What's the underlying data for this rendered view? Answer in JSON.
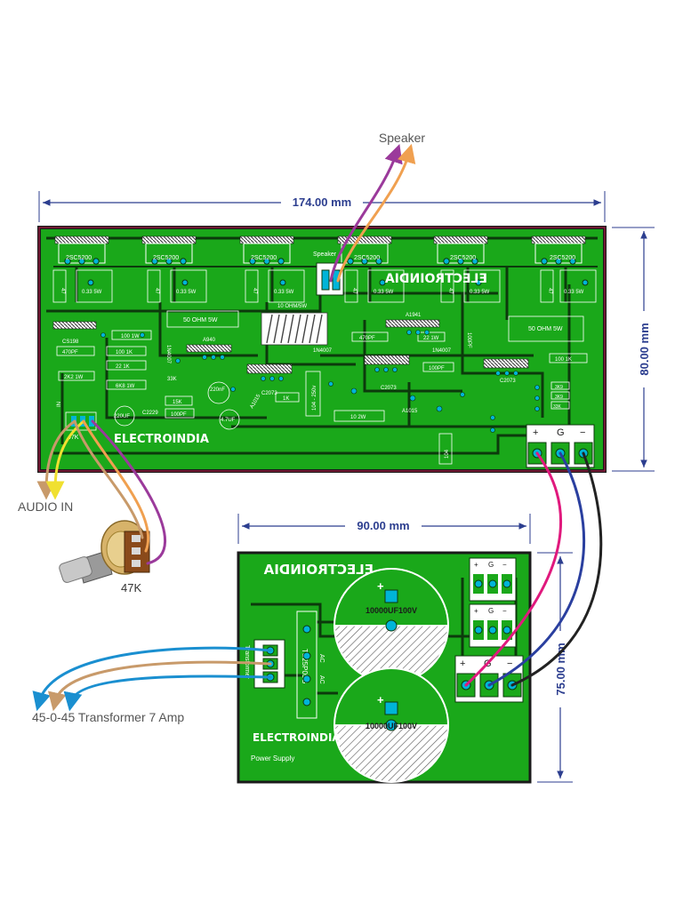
{
  "labels": {
    "speaker": "Speaker",
    "audio_in": "AUDIO IN",
    "pot": "47K",
    "transformer": "45-0-45 Transformer 7 Amp"
  },
  "dimensions": {
    "amp_width": "174.00 mm",
    "amp_height": "80.00 mm",
    "psu_width": "90.00 mm",
    "psu_height": "75.00 mm"
  },
  "amp_board": {
    "brand": "ELECTROINDIA",
    "brand_mirror": "ELECTROINDIA",
    "speaker_tag": "Speaker",
    "transistors": [
      "2SC5200",
      "2SC5200",
      "2SC5200",
      "2SC5200",
      "2SC5200",
      "2SC5200"
    ],
    "emitter_resistor": "0.33  5W",
    "r47": "47",
    "parts": {
      "cs198": "CS198",
      "c470pf_a": "470PF",
      "r100_1w": "100 1W",
      "r100k": "100 1K",
      "r22k": "22 1K",
      "r6k8": "6K8 1W",
      "r2k2": "2K2 1W",
      "r50ohm_a": "50 OHM  5W",
      "r50ohm_b": "50 OHM  5W",
      "coil": "10 OHM/5W",
      "a940": "A940",
      "a1941": "A1941",
      "c2073_a": "C2073",
      "c2073_b": "C2073",
      "c2073_c": "C2073",
      "n4007_a": "1N4007",
      "n4007_b": "1N4007",
      "n4007_c": "1N4007",
      "c470pf_b": "470PF",
      "r22_1w": "22 1W",
      "c100pf_a": "100PF",
      "c100pf_b": "100PF",
      "c220uf": "220UF",
      "c220nf": "220nF",
      "c47uf": "4.7UF",
      "r15k": "15K",
      "r33k": "33K",
      "c2229": "C2229",
      "a1015_a": "A1015",
      "a1015_b": "A1015",
      "r10_2w": "10  2W",
      "r1k": "1K",
      "c104_250v": "104 - 250v",
      "c104": "104",
      "r100_1k_b": "100 1K",
      "r3k9a": "3K9",
      "r3k9b": "3K9",
      "r33k_b": "33K",
      "pot47k": "47K",
      "in_tag": "IN"
    },
    "terminals": [
      "+",
      "G",
      "−"
    ]
  },
  "psu_board": {
    "brand_top": "ELECTROINDIA",
    "brand_bottom": "ELECTROINDIA",
    "subtitle": "Power Supply",
    "capacitor_top": "10000UF100V",
    "capacitor_bottom": "10000UF100V",
    "rectifier": "TS25P05G",
    "transformer_tag": "Transformer",
    "ac1": "AC",
    "ac2": "AC",
    "plus_sign": "+",
    "terminals": [
      "+",
      "G",
      "−"
    ]
  },
  "colors": {
    "board": "#1aa81a",
    "trace": "#0c3a0c",
    "pad": "#00b4d8",
    "dim_line": "#2c3e8f",
    "wire_magenta": "#e0197d",
    "wire_purple": "#9b3a9b",
    "wire_orange": "#f0a050",
    "wire_tan": "#c89a6a",
    "wire_blue": "#2a3f9f",
    "wire_black": "#222222",
    "wire_yellow": "#f0e030",
    "wire_cyan": "#1a8fd0"
  }
}
